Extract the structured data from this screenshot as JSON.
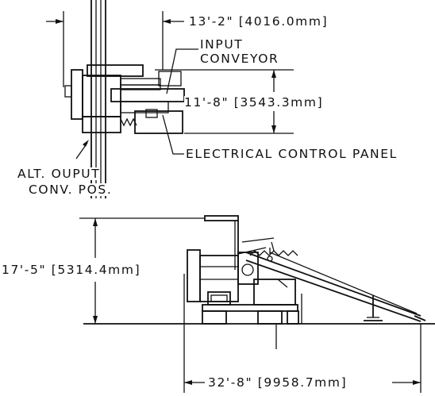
{
  "top_view": {
    "width_dim": "13'-2\" [4016.0mm]",
    "depth_dim": "11'-8\" [3543.3mm]",
    "input_conveyor_line1": "INPUT",
    "input_conveyor_line2": "CONVEYOR",
    "electrical_panel": "ELECTRICAL CONTROL PANEL",
    "alt_output_line1": "ALT. OUPUT",
    "alt_output_line2": "CONV. POS."
  },
  "side_view": {
    "height_dim": "17'-5\" [5314.4mm]",
    "length_dim": "32'-8\" [9958.7mm]"
  }
}
